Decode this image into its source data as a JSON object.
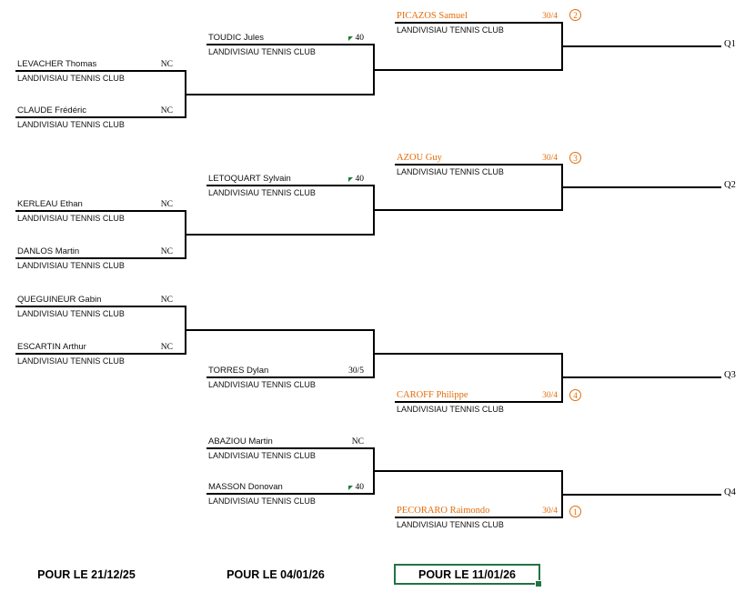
{
  "colors": {
    "seed_orange": "#E36C0A",
    "flag_green": "#1E7D32",
    "selection_green": "#217346",
    "line_black": "#000000"
  },
  "club": "LANDIVISIAU TENNIS CLUB",
  "players": {
    "levacher": {
      "name": "LEVACHER Thomas",
      "rating": "NC"
    },
    "claude": {
      "name": "CLAUDE Frédéric",
      "rating": "NC"
    },
    "toudic": {
      "name": "TOUDIC Jules",
      "rating": "40"
    },
    "picazos": {
      "name": "PICAZOS Samuel",
      "rating": "30/4",
      "seed": "2"
    },
    "kerleau": {
      "name": "KERLEAU Ethan",
      "rating": "NC"
    },
    "danlos": {
      "name": "DANLOS Martin",
      "rating": "NC"
    },
    "letoquart": {
      "name": "LETOQUART Sylvain",
      "rating": "40"
    },
    "azou": {
      "name": "AZOU Guy",
      "rating": "30/4",
      "seed": "3"
    },
    "queguineur": {
      "name": "QUEGUINEUR Gabin",
      "rating": "NC"
    },
    "escartin": {
      "name": "ESCARTIN Arthur",
      "rating": "NC"
    },
    "torres": {
      "name": "TORRES Dylan",
      "rating": "30/5"
    },
    "caroff": {
      "name": "CAROFF Philippe",
      "rating": "30/4",
      "seed": "4"
    },
    "abaziou": {
      "name": "ABAZIOU Martin",
      "rating": "NC"
    },
    "masson": {
      "name": "MASSON Donovan",
      "rating": "40"
    },
    "pecoraro": {
      "name": "PECORARO Raimondo",
      "rating": "30/4",
      "seed": "1"
    }
  },
  "qualifiers": {
    "q1": "Q1",
    "q2": "Q2",
    "q3": "Q3",
    "q4": "Q4"
  },
  "footer": {
    "round1": "POUR LE 21/12/25",
    "round2": "POUR LE 04/01/26",
    "round3": "POUR LE 11/01/26"
  }
}
